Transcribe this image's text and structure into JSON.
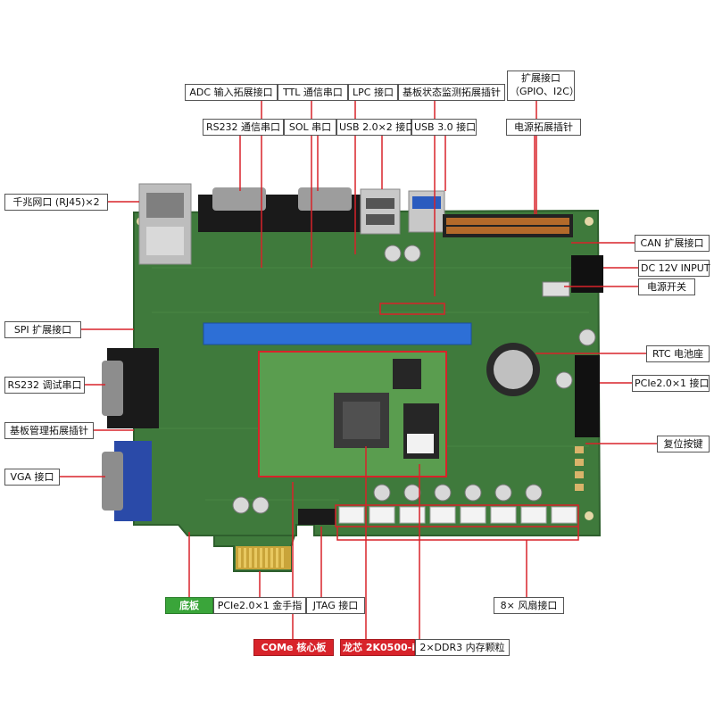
{
  "labels": {
    "adc": "ADC 输入拓展接口",
    "ttl": "TTL 通信串口",
    "lpc": "LPC 接口",
    "board_monitor": "基板状态监测拓展插针",
    "ext_line1": "扩展接口",
    "ext_line2": "（GPIO、I2C）",
    "rs232_comm": "RS232 通信串口",
    "sol": "SOL 串口",
    "usb2": "USB 2.0×2 接口",
    "usb3": "USB 3.0 接口",
    "power_header": "电源拓展插针",
    "gigabit": "千兆网口 (RJ45)×2",
    "can": "CAN 扩展接口",
    "dc": "DC 12V INPUT",
    "power_switch": "电源开关",
    "spi": "SPI 扩展接口",
    "rtc": "RTC 电池座",
    "rs232_debug": "RS232 调试串口",
    "pcie_slot": "PCIe2.0×1 接口",
    "mgmt_header": "基板管理拓展插针",
    "reset": "复位按键",
    "vga": "VGA 接口",
    "baseboard": "底板",
    "gold_finger": "PCIe2.0×1 金手指",
    "jtag": "JTAG 接口",
    "fan": "8× 风扇接口",
    "come": "COMe 核心板",
    "cpu": "龙芯 2K0500-i",
    "ddr": "2×DDR3 内存颗粒"
  },
  "colors": {
    "pcb": "#3f7a3c",
    "pcb_dark": "#2e5f2d",
    "callout_line": "#d8232a",
    "label_green": "#3aa53a",
    "label_red": "#d8232a"
  }
}
